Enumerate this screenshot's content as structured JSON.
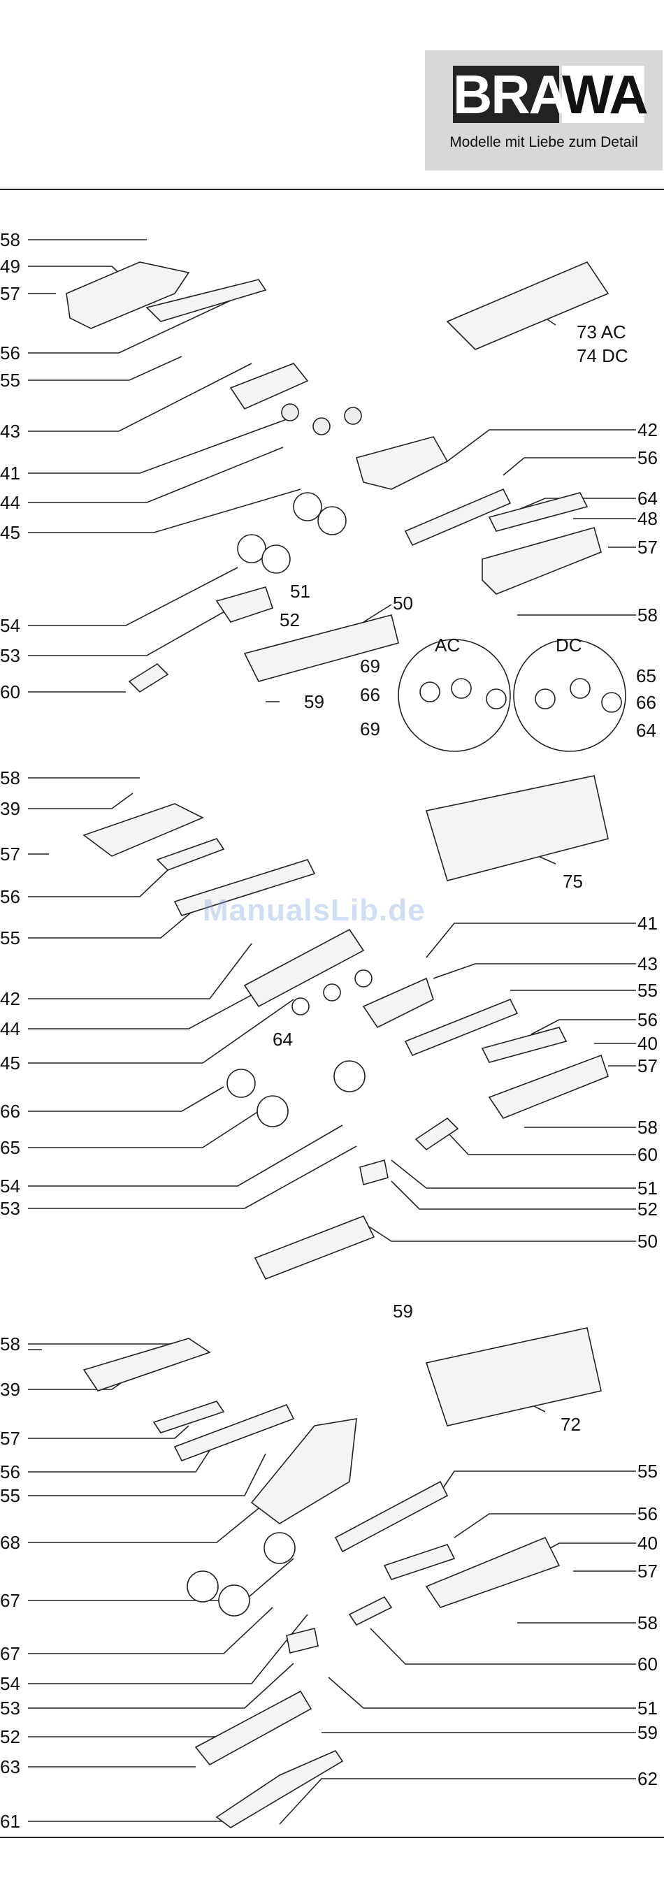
{
  "brand": {
    "logo_left": "BRA",
    "logo_right": "WA",
    "tagline": "Modelle mit Liebe zum Detail"
  },
  "watermark": "ManualsLib.de",
  "sections": [
    {
      "left_labels": [
        "58",
        "49",
        "57",
        "56",
        "55",
        "43",
        "41",
        "44",
        "45",
        "54",
        "53",
        "60"
      ],
      "right_labels": [
        "42",
        "56",
        "64",
        "48",
        "57",
        "58"
      ],
      "assembly_labels": [
        "73 AC",
        "74 DC"
      ],
      "inner_labels": [
        "51",
        "52",
        "50",
        "59"
      ],
      "detail_circles": {
        "ac_title": "AC",
        "dc_title": "DC",
        "ac_labels": [
          "69",
          "66",
          "69"
        ],
        "dc_labels": [
          "65",
          "66",
          "64"
        ]
      }
    },
    {
      "left_labels": [
        "58",
        "39",
        "57",
        "56",
        "55",
        "42",
        "44",
        "45",
        "66",
        "65",
        "54",
        "53"
      ],
      "right_labels": [
        "41",
        "43",
        "55",
        "56",
        "40",
        "57",
        "58",
        "60",
        "51",
        "52",
        "50"
      ],
      "assembly_labels": [
        "75"
      ],
      "inner_labels": [
        "64",
        "59"
      ]
    },
    {
      "left_labels": [
        "58",
        "39",
        "57",
        "56",
        "55",
        "68",
        "67",
        "67",
        "54",
        "53",
        "52",
        "63",
        "61"
      ],
      "right_labels": [
        "55",
        "56",
        "40",
        "57",
        "58",
        "60",
        "51",
        "59",
        "62"
      ],
      "assembly_labels": [
        "72"
      ]
    }
  ]
}
